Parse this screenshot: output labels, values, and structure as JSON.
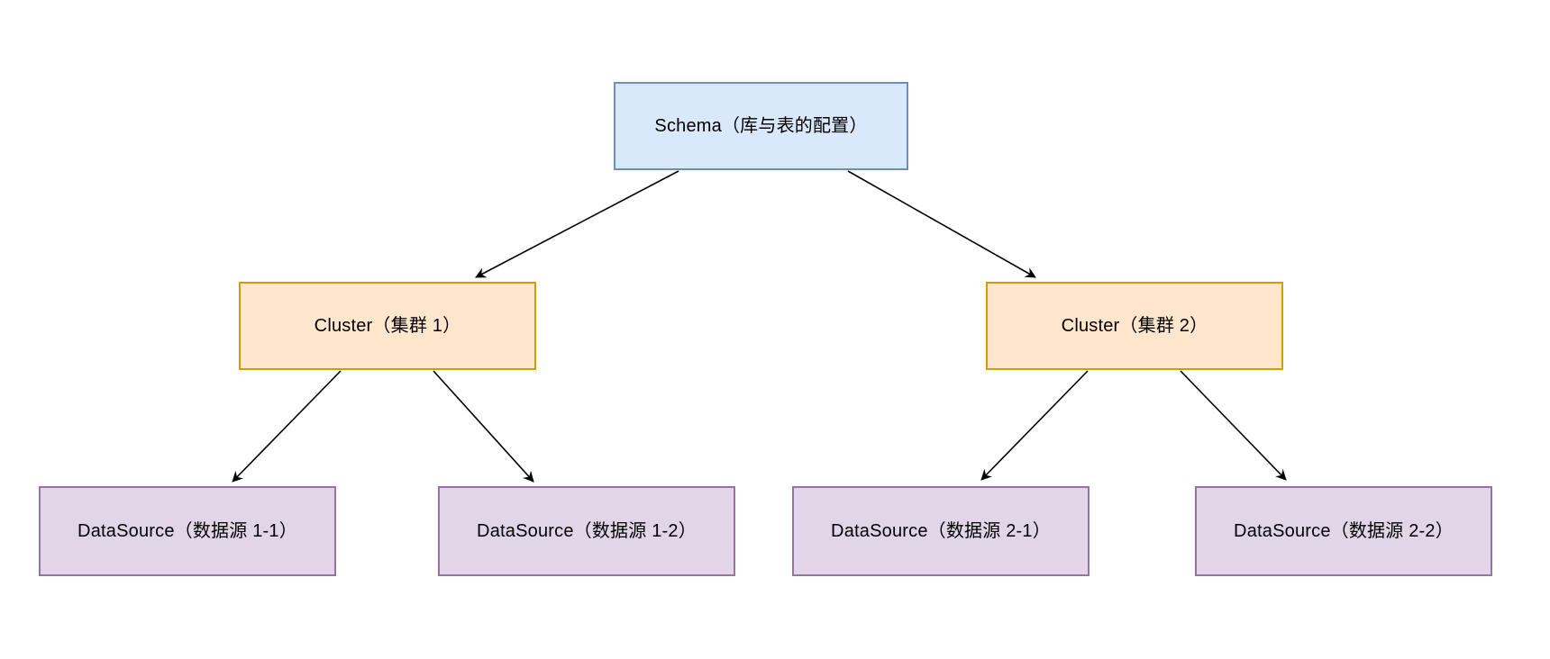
{
  "diagram": {
    "background_color": "#ffffff",
    "edge_color": "#000000",
    "text_color": "#000000",
    "nodes": {
      "schema": {
        "label": "Schema（库与表的配置）",
        "fill": "#dae8fc",
        "border": "#6c8ebf"
      },
      "cluster1": {
        "label": "Cluster（集群 1）",
        "fill": "#ffe6cc",
        "border": "#d79b00"
      },
      "cluster2": {
        "label": "Cluster（集群 2）",
        "fill": "#ffe6cc",
        "border": "#d79b00"
      },
      "ds11": {
        "label": "DataSource（数据源 1-1）",
        "fill": "#e1d5e7",
        "border": "#9673a6"
      },
      "ds12": {
        "label": "DataSource（数据源 1-2）",
        "fill": "#e1d5e7",
        "border": "#9673a6"
      },
      "ds21": {
        "label": "DataSource（数据源 2-1）",
        "fill": "#e1d5e7",
        "border": "#9673a6"
      },
      "ds22": {
        "label": "DataSource（数据源 2-2）",
        "fill": "#e1d5e7",
        "border": "#9673a6"
      }
    },
    "edges": [
      {
        "from": "schema",
        "to": "cluster1"
      },
      {
        "from": "schema",
        "to": "cluster2"
      },
      {
        "from": "cluster1",
        "to": "ds11"
      },
      {
        "from": "cluster1",
        "to": "ds12"
      },
      {
        "from": "cluster2",
        "to": "ds21"
      },
      {
        "from": "cluster2",
        "to": "ds22"
      }
    ]
  }
}
